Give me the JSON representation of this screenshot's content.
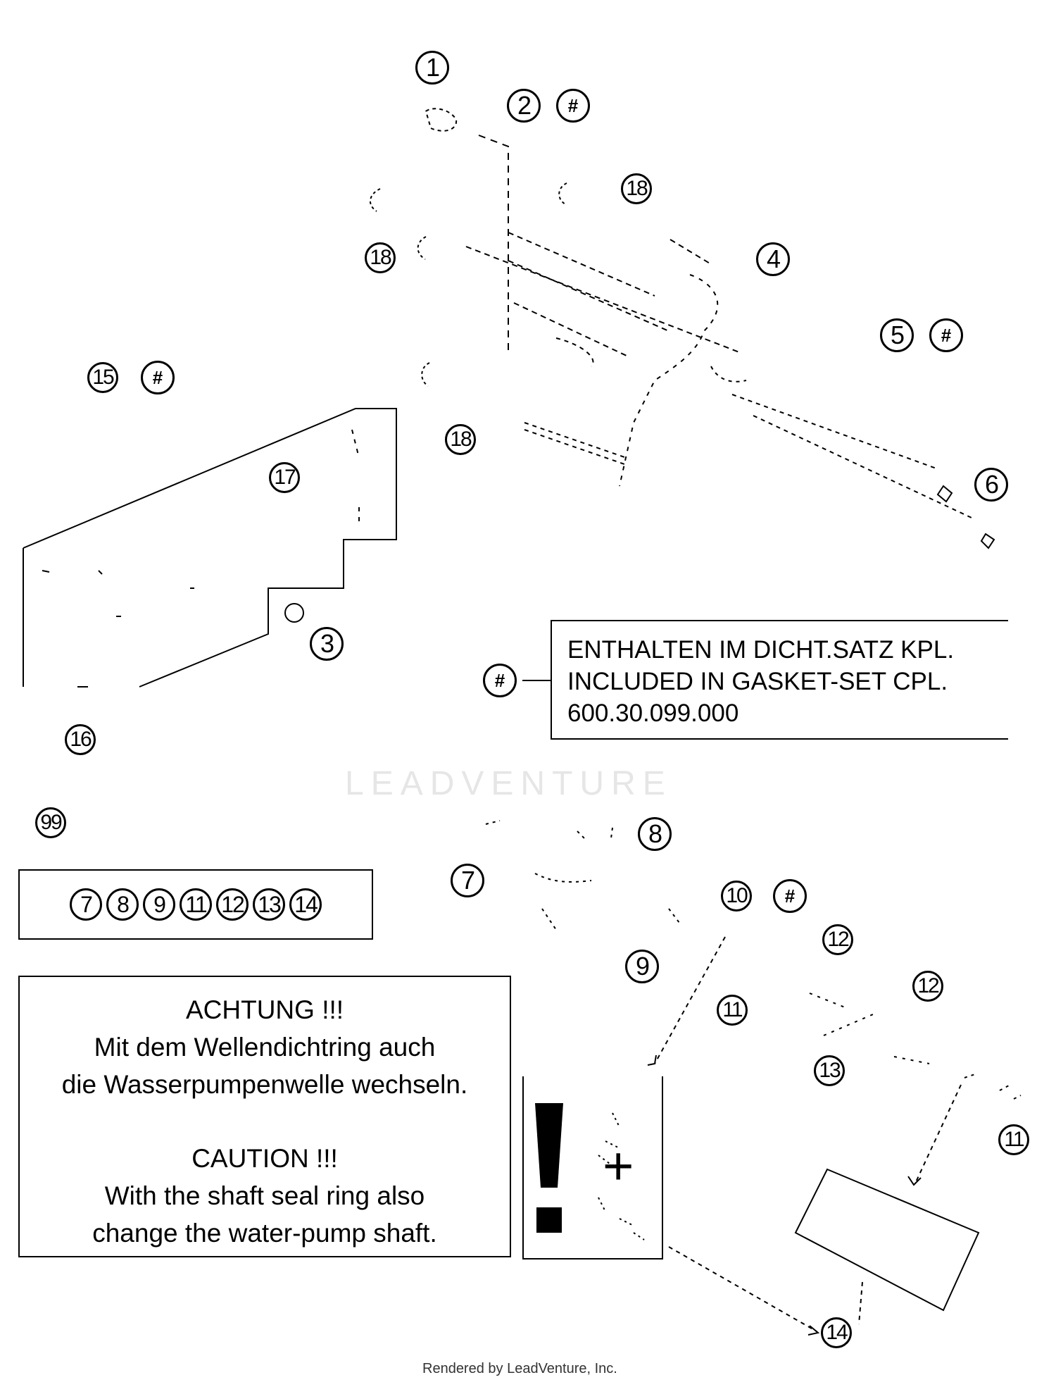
{
  "callouts": {
    "c1": "1",
    "c2": "2",
    "c3": "3",
    "c4": "4",
    "c5": "5",
    "c6": "6",
    "c7": "7",
    "c8": "8",
    "c9": "9",
    "c10": "10",
    "c11": "11",
    "c12": "12",
    "c13": "13",
    "c14": "14",
    "c15": "15",
    "c16": "16",
    "c17": "17",
    "c18": "18",
    "c99": "99",
    "hash": "#"
  },
  "kit_box": {
    "items": [
      "7",
      "8",
      "9",
      "11",
      "12",
      "13",
      "14"
    ]
  },
  "note": {
    "line1": "ENTHALTEN IM DICHT.SATZ KPL.",
    "line2": "INCLUDED IN GASKET-SET CPL.",
    "line3": "600.30.099.000"
  },
  "caution": {
    "de_title": "ACHTUNG !!!",
    "de_line1": "Mit dem Wellendichtring auch",
    "de_line2": "die Wasserpumpenwelle wechseln.",
    "en_title": "CAUTION !!!",
    "en_line1": "With the shaft seal ring also",
    "en_line2": "change the water-pump shaft."
  },
  "watermark": "LEADVENTURE",
  "footer": "Rendered by LeadVenture, Inc."
}
